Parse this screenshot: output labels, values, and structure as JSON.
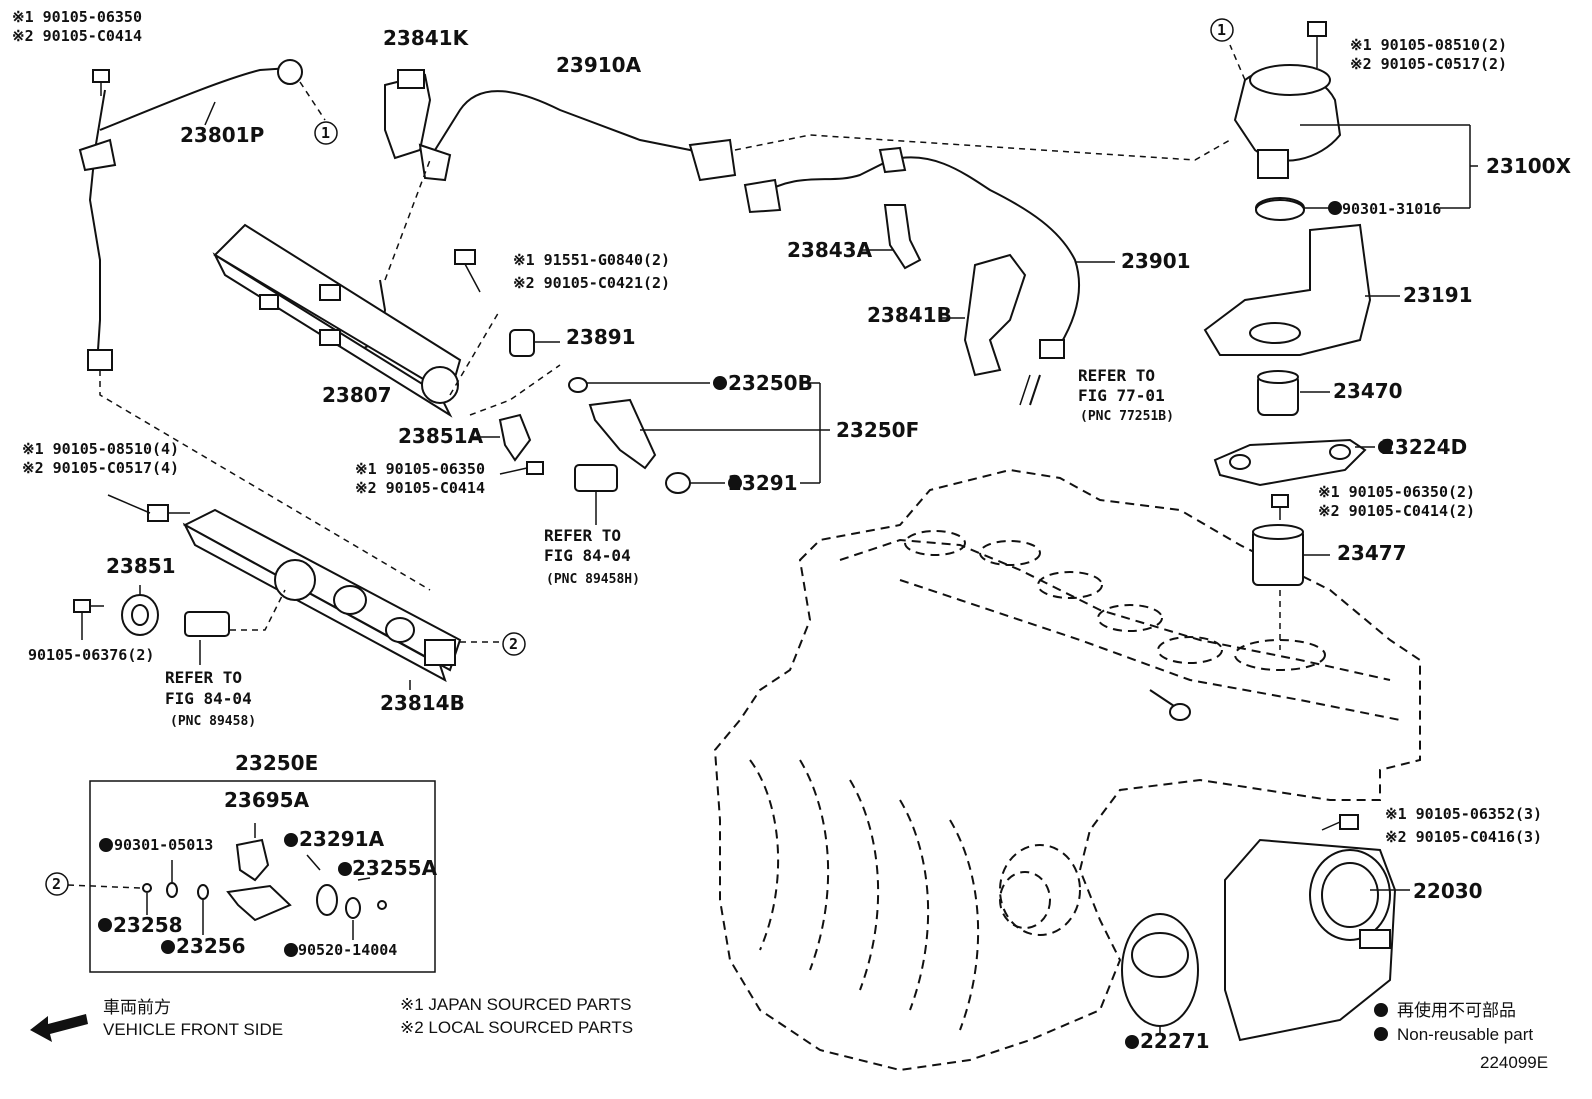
{
  "labels": {
    "p23801P": "23801P",
    "p23841K": "23841K",
    "p23910A": "23910A",
    "p23100X": "23100X",
    "p23807": "23807",
    "p23891": "23891",
    "p23843A": "23843A",
    "p23901": "23901",
    "p23841B": "23841B",
    "p23191": "23191",
    "p23470": "23470",
    "p23250B": "23250B",
    "p23250F": "23250F",
    "p23291": "23291",
    "p23851A": "23851A",
    "p23224D": "23224D",
    "p23477": "23477",
    "p23851": "23851",
    "p23814B": "23814B",
    "p23250E": "23250E",
    "p23695A": "23695A",
    "p23291A": "23291A",
    "p23255A": "23255A",
    "p23258": "23258",
    "p23256": "23256",
    "p90520_14004": "90520-14004",
    "p90301_05013": "90301-05013",
    "p90301_31016": "90301-31016",
    "p90105_06376": "90105-06376(2)",
    "p22030": "22030",
    "p22271": "22271"
  },
  "bolts": {
    "b1_1": "※1 90105-06350",
    "b1_2": "※2 90105-C0414",
    "b2_1": "※1 90105-08510(2)",
    "b2_2": "※2 90105-C0517(2)",
    "b3_1": "※1 91551-G0840(2)",
    "b3_2": "※2 90105-C0421(2)",
    "b4_1": "※1 90105-08510(4)",
    "b4_2": "※2 90105-C0517(4)",
    "b5_1": "※1 90105-06350",
    "b5_2": "※2 90105-C0414",
    "b6_1": "※1 90105-06350(2)",
    "b6_2": "※2 90105-C0414(2)",
    "b7_1": "※1 90105-06352(3)",
    "b7_2": "※2 90105-C0416(3)"
  },
  "refs": {
    "r1_a": "REFER TO",
    "r1_b": "FIG 77-01",
    "r1_c": "(PNC 77251B)",
    "r2_a": "REFER TO",
    "r2_b": "FIG 84-04",
    "r2_c": "(PNC 89458H)",
    "r3_a": "REFER TO",
    "r3_b": "FIG 84-04",
    "r3_c": "(PNC 89458)"
  },
  "callouts": {
    "c1": "1",
    "c2": "2"
  },
  "footer": {
    "front_jp": "車両前方",
    "front_en": "VEHICLE FRONT SIDE",
    "note1": "※1 JAPAN SOURCED PARTS",
    "note2": "※2 LOCAL SOURCED PARTS",
    "nonreuse_jp": "再使用不可部品",
    "nonreuse_en": "Non-reusable part",
    "diagram_id": "224099E"
  }
}
